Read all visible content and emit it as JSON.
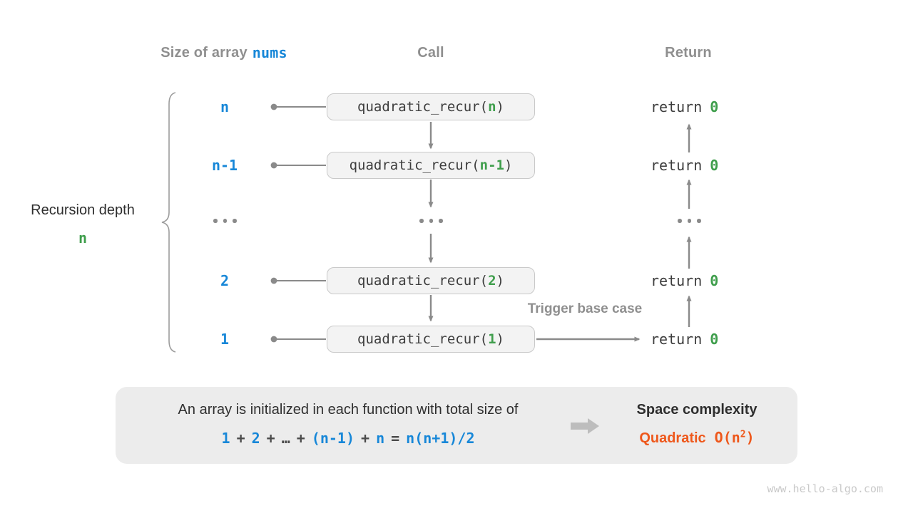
{
  "header": {
    "size_label": "Size of array",
    "size_code": "nums",
    "call": "Call",
    "return": "Return"
  },
  "left": {
    "label": "Recursion depth",
    "depth_value": "n"
  },
  "rows": [
    {
      "size": "n",
      "call_prefix": "quadratic_recur(",
      "call_arg": "n",
      "call_suffix": ")",
      "return_keyword": "return",
      "return_value": "0"
    },
    {
      "size": "n-1",
      "call_prefix": "quadratic_recur(",
      "call_arg": "n-1",
      "call_suffix": ")",
      "return_keyword": "return",
      "return_value": "0"
    },
    {
      "ellipsis_icon": "..."
    },
    {
      "size": "2",
      "call_prefix": "quadratic_recur(",
      "call_arg": "2",
      "call_suffix": ")",
      "return_keyword": "return",
      "return_value": "0"
    },
    {
      "size": "1",
      "call_prefix": "quadratic_recur(",
      "call_arg": "1",
      "call_suffix": ")",
      "return_keyword": "return",
      "return_value": "0"
    }
  ],
  "trigger": {
    "label": "Trigger base case"
  },
  "summary": {
    "line1": "An array is initialized in each function with total size of",
    "formula": [
      {
        "text": "1",
        "role": "operand"
      },
      {
        "text": "+",
        "role": "operator"
      },
      {
        "text": "2",
        "role": "operand"
      },
      {
        "text": "+",
        "role": "operator"
      },
      {
        "text": "…",
        "role": "operator"
      },
      {
        "text": "+",
        "role": "operator"
      },
      {
        "text": "(n-1)",
        "role": "operand"
      },
      {
        "text": "+",
        "role": "operator"
      },
      {
        "text": "n",
        "role": "operand"
      },
      {
        "text": "=",
        "role": "operator"
      },
      {
        "text": "n(n+1)/2",
        "role": "operand"
      }
    ],
    "arrow_icon": "right-block-arrow",
    "space_title": "Space complexity",
    "complexity": {
      "word": "Quadratic",
      "notation_prefix": "O(n",
      "notation_sup": "2",
      "notation_suffix": ")"
    }
  },
  "watermark": "www.hello-algo.com",
  "colors": {
    "blue": "#1787d8",
    "green": "#3f9e4c",
    "orange": "#ee581c",
    "gray_text": "#8f8f8f",
    "dark_text": "#3d3d3d",
    "arrow_gray": "#8a8a8a",
    "box_bg": "#f3f3f3",
    "box_border": "#c9c9c9",
    "panel_bg": "#ececec",
    "watermark_gray": "#c9c9c9"
  }
}
